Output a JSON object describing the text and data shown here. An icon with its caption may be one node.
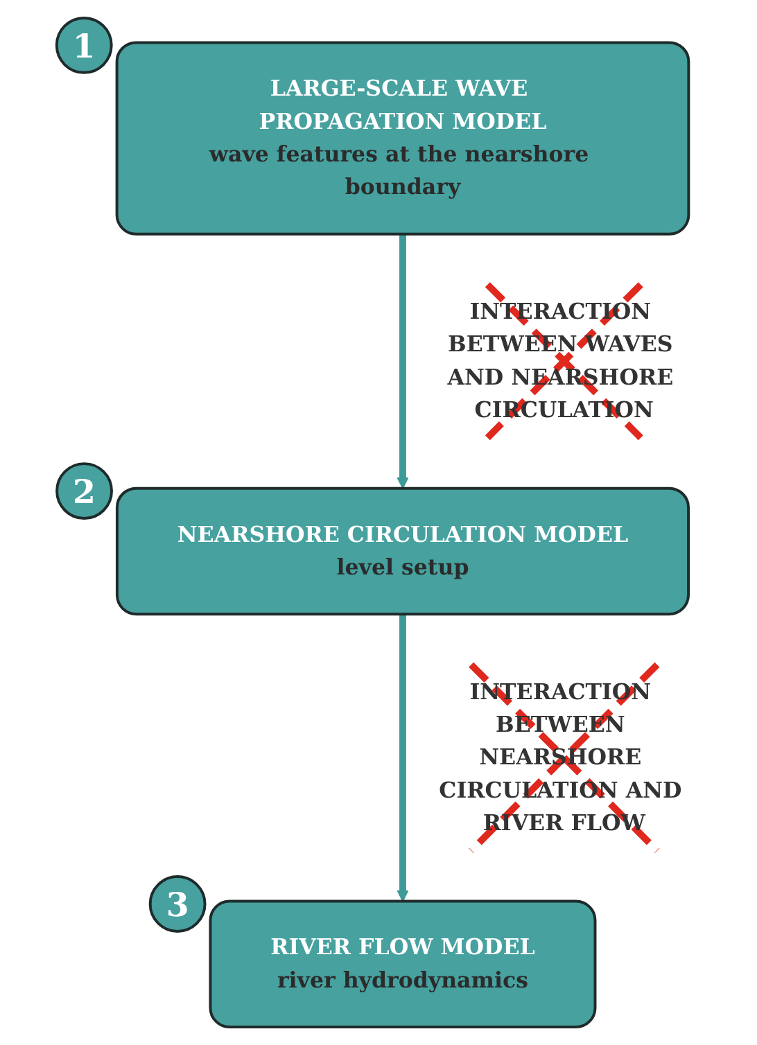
{
  "diagram": {
    "nodes": [
      {
        "text": [
          "LARGE-SCALE WAVE PROPAGATION MODEL",
          "wave features at the nearshore boundary"
        ],
        "beside": [
          "1"
        ]
      },
      {
        "text": [
          "NEARSHORE CIRCULATION MODEL",
          "level setup"
        ],
        "beside": [
          "2"
        ]
      },
      {
        "text": [
          "RIVER FLOW MODEL",
          "river hydrodynamics"
        ],
        "beside": [
          "3"
        ]
      }
    ],
    "edges": [
      {
        "from": 0,
        "to": 1,
        "arrow": "to",
        "label": "INTERACTION BETWEEN WAVES AND NEARSHORE CIRCULATION"
      },
      {
        "from": 1,
        "to": 2,
        "arrow": "to",
        "label": "INTERACTION BETWEEN NEARSHORE CIRCULATION AND RIVER FLOW"
      }
    ]
  }
}
